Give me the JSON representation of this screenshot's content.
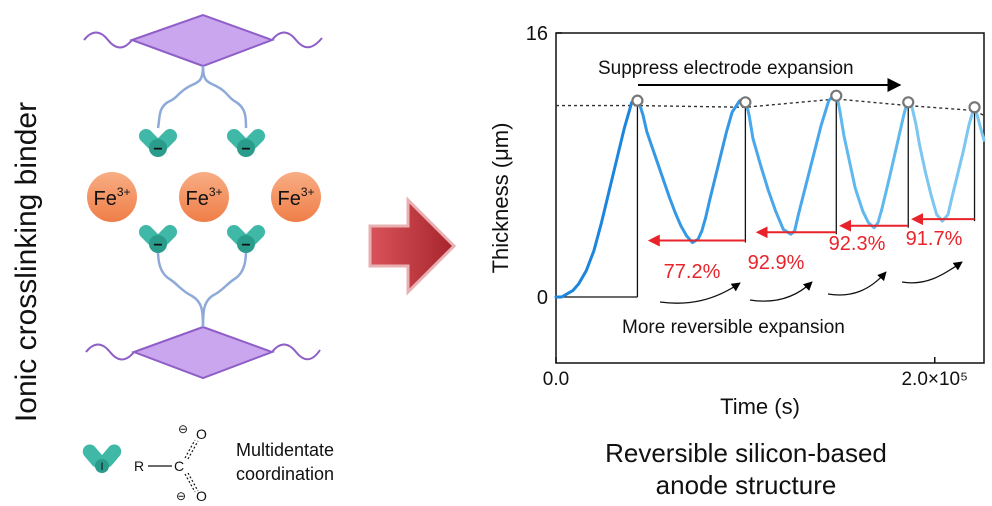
{
  "left_panel": {
    "vertical_title": "Ionic crosslinking binder",
    "ion_label": "Fe",
    "ion_charge": "3+",
    "ligand_charge": "−",
    "legend": {
      "r_label": "R",
      "c_label": "C",
      "o_label": "O",
      "ominus": "⊖",
      "text_line1": "Multidentate",
      "text_line2": "coordination"
    },
    "colors": {
      "polymer": "#8f5fc8",
      "polymer_fill": "#c9a6ee",
      "chain": "#8eaad8",
      "ion": "#f4915d",
      "ligand": "#3fb8a8",
      "arrow": "#c0393f"
    }
  },
  "chart_data": {
    "type": "line",
    "title": "",
    "xlabel": "Time (s)",
    "ylabel": "Thickness (μm)",
    "x_tick_labels": [
      "0.0",
      "2.0×10⁵"
    ],
    "x_ticks": [
      0,
      200000
    ],
    "y_tick_labels": [
      "16",
      "0"
    ],
    "y_ticks": [
      16,
      0
    ],
    "xlim": [
      0,
      226000
    ],
    "ylim": [
      -4,
      16
    ],
    "series": [
      {
        "name": "",
        "color": "#2a8ee0",
        "x": [
          0,
          3000,
          6000,
          9000,
          12000,
          16000,
          20000,
          24000,
          28000,
          32000,
          36000,
          40000,
          43000,
          46000,
          48000,
          51000,
          54000,
          57000,
          60000,
          63000,
          66000,
          69000,
          72000,
          75000,
          77000,
          79000,
          81000,
          84000,
          87000,
          90000,
          93000,
          97000,
          100000,
          102000,
          104000,
          108000,
          112000,
          116000,
          120000,
          124000,
          126000,
          128000,
          132000,
          136000,
          140000,
          144000,
          148000,
          150000,
          152000,
          155000,
          158000,
          162000,
          165000,
          168000,
          170000,
          172000,
          176000,
          180000,
          184000,
          186000,
          188000,
          190000,
          192000,
          195000,
          198000,
          201000,
          204000,
          207000,
          209000,
          212000,
          215000,
          218000,
          221000,
          226000
        ],
        "y": [
          0,
          0,
          0.2,
          0.4,
          0.8,
          1.6,
          2.8,
          4.5,
          6.4,
          8.3,
          10.2,
          11.8,
          12.1,
          11.0,
          10.0,
          9.0,
          8.0,
          7.0,
          6.0,
          5.1,
          4.3,
          3.7,
          3.3,
          3.5,
          4.0,
          4.8,
          5.8,
          7.2,
          8.6,
          10.0,
          11.2,
          11.9,
          12.0,
          11.0,
          9.6,
          8.0,
          6.5,
          5.2,
          4.1,
          3.8,
          4.0,
          5.0,
          6.8,
          8.6,
          10.4,
          11.9,
          12.4,
          11.2,
          9.8,
          8.2,
          6.6,
          5.2,
          4.5,
          4.2,
          4.5,
          5.3,
          7.2,
          9.2,
          11.2,
          12.0,
          11.5,
          10.5,
          9.2,
          7.6,
          6.2,
          5.0,
          4.6,
          5.0,
          6.0,
          7.4,
          8.8,
          10.4,
          11.6,
          9.5
        ]
      }
    ],
    "envelope_x": [
      0,
      43000,
      100000,
      148000,
      186000,
      221000,
      226000
    ],
    "envelope_y": [
      11.6,
      11.6,
      11.5,
      12.0,
      11.6,
      11.3,
      11.0
    ],
    "peaks": {
      "x": [
        43000,
        100000,
        148000,
        186000,
        221000
      ],
      "y": [
        11.9,
        11.8,
        12.2,
        11.8,
        11.5
      ]
    },
    "retention_labels": [
      "77.2%",
      "92.9%",
      "92.3%",
      "91.7%"
    ],
    "annotation_top": "Suppress electrode expansion",
    "annotation_bottom": "More reversible expansion",
    "caption_line1": "Reversible silicon-based",
    "caption_line2": "anode structure",
    "colors": {
      "line_light": "#7cc6f2",
      "envelope": "#333333",
      "retention": "#e8232a",
      "peak_marker": "#777777"
    }
  }
}
